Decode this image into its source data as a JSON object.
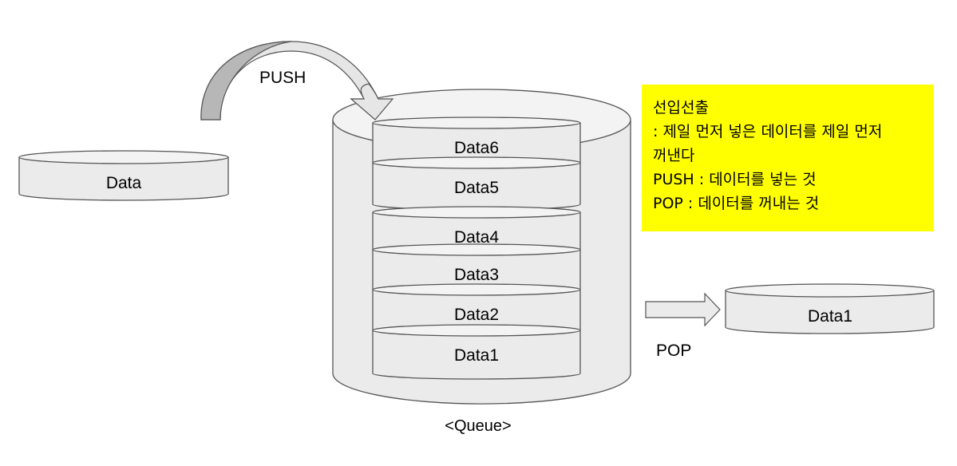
{
  "diagram": {
    "title": "<Queue>",
    "push_label": "PUSH",
    "pop_label": "POP",
    "incoming_item": "Data",
    "popped_item": "Data1",
    "queue_items": [
      "Data6",
      "Data5",
      "Data4",
      "Data3",
      "Data2",
      "Data1"
    ]
  },
  "note": {
    "lines": [
      "선입선출",
      ": 제일 먼저 넣은 데이터를 제일 먼저",
      "꺼낸다",
      "PUSH : 데이터를 넣는 것",
      "POP : 데이터를 꺼내는 것"
    ]
  },
  "colors": {
    "shape_fill": "#ebebeb",
    "shape_top": "#f3f3f3",
    "stroke": "#555555",
    "arrow_dark": "#b7b7b7",
    "note_bg": "#ffff00"
  }
}
